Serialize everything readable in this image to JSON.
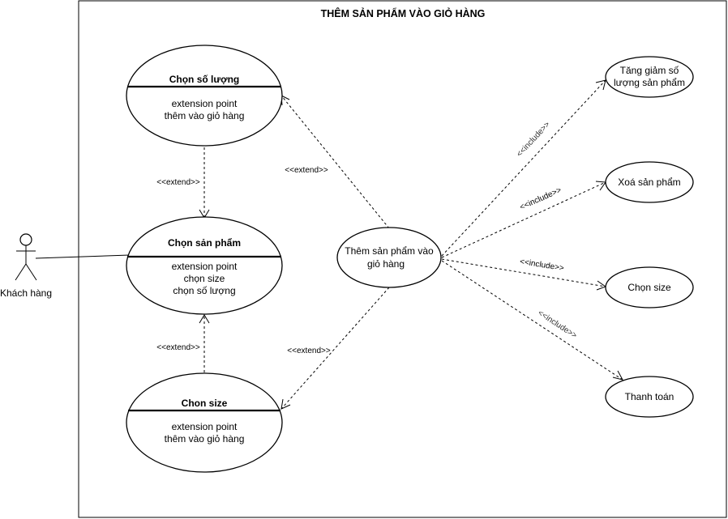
{
  "system": {
    "title": "THÊM SẢN PHẨM VÀO GIỎ HÀNG"
  },
  "actor": {
    "name": "Khách hàng"
  },
  "use_cases": {
    "chon_so_luong": {
      "name": "Chọn số lượng",
      "ext_line1": "extension point",
      "ext_line2": "thêm vào giỏ hàng"
    },
    "chon_san_pham": {
      "name": "Chọn sản phẩm",
      "ext_line1": "extension point",
      "ext_line2": "chọn size",
      "ext_line3": "chọn số lượng"
    },
    "chon_size_ext": {
      "name": "Chon size",
      "ext_line1": "extension point",
      "ext_line2": "thêm vào giỏ hàng"
    },
    "them_san_pham": {
      "line1": "Thêm sản phẩm vào",
      "line2": "giỏ hàng"
    },
    "tang_giam": {
      "line1": "Tăng giảm số",
      "line2": "lượng sản phẩm"
    },
    "xoa_san_pham": {
      "name": "Xoá sản phẩm"
    },
    "chon_size": {
      "name": "Chọn size"
    },
    "thanh_toan": {
      "name": "Thanh toán"
    }
  },
  "relations": {
    "extend_top_left": "<<extend>>",
    "extend_bottom_left": "<<extend>>",
    "extend_upper_diag": "<<extend>>",
    "extend_lower_diag": "<<extend>>",
    "include_1": "<<include>>",
    "include_2": "<<include>>",
    "include_3": "<<include>>",
    "include_4": "<<include>>"
  }
}
